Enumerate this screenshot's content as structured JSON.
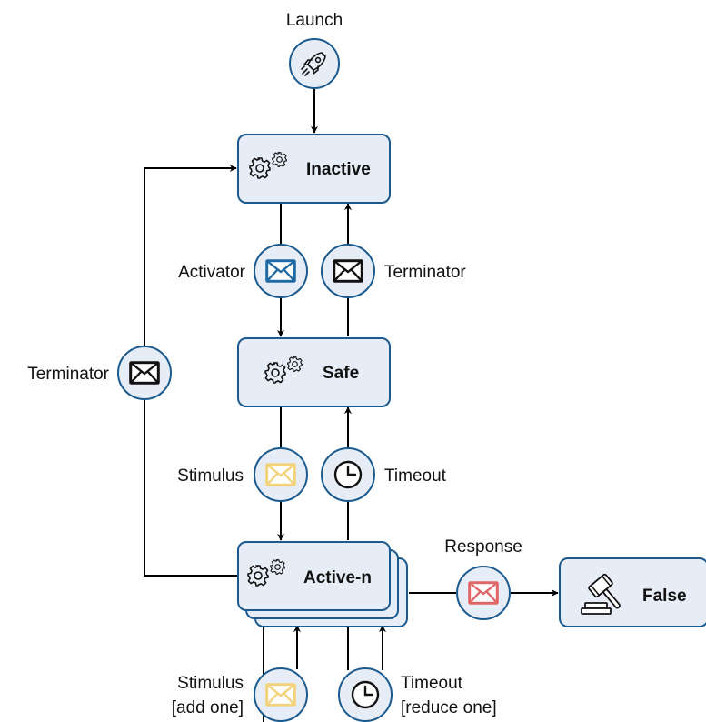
{
  "colors": {
    "box_fill": "#e7edf6",
    "box_stroke": "#1b5a8e",
    "envelope_blue": "#1f6aa5",
    "envelope_black": "#111111",
    "envelope_yellow": "#f2d27a",
    "envelope_red": "#e06767"
  },
  "start_event": {
    "label": "Launch",
    "icon": "rocket-icon"
  },
  "states": {
    "inactive": {
      "label": "Inactive",
      "icon": "gears-icon"
    },
    "safe": {
      "label": "Safe",
      "icon": "gears-icon"
    },
    "active": {
      "label": "Active-n",
      "icon": "gears-icon",
      "multi_instance": true
    },
    "false": {
      "label": "False",
      "icon": "gavel-icon"
    }
  },
  "events": {
    "activator": {
      "label": "Activator",
      "icon": "envelope-icon",
      "color": "#1f6aa5"
    },
    "terminator_right": {
      "label": "Terminator",
      "icon": "envelope-icon",
      "color": "#111111"
    },
    "terminator_left": {
      "label": "Terminator",
      "icon": "envelope-icon",
      "color": "#111111"
    },
    "stimulus": {
      "label": "Stimulus",
      "icon": "envelope-icon",
      "color": "#f2d27a"
    },
    "timeout": {
      "label": "Timeout",
      "icon": "clock-icon"
    },
    "response": {
      "label": "Response",
      "icon": "envelope-icon",
      "color": "#e06767"
    },
    "stimulus_add": {
      "label_line1": "Stimulus",
      "label_line2": "[add one]",
      "icon": "envelope-icon",
      "color": "#f2d27a"
    },
    "timeout_reduce": {
      "label_line1": "Timeout",
      "label_line2": "[reduce one]",
      "icon": "clock-icon"
    }
  }
}
